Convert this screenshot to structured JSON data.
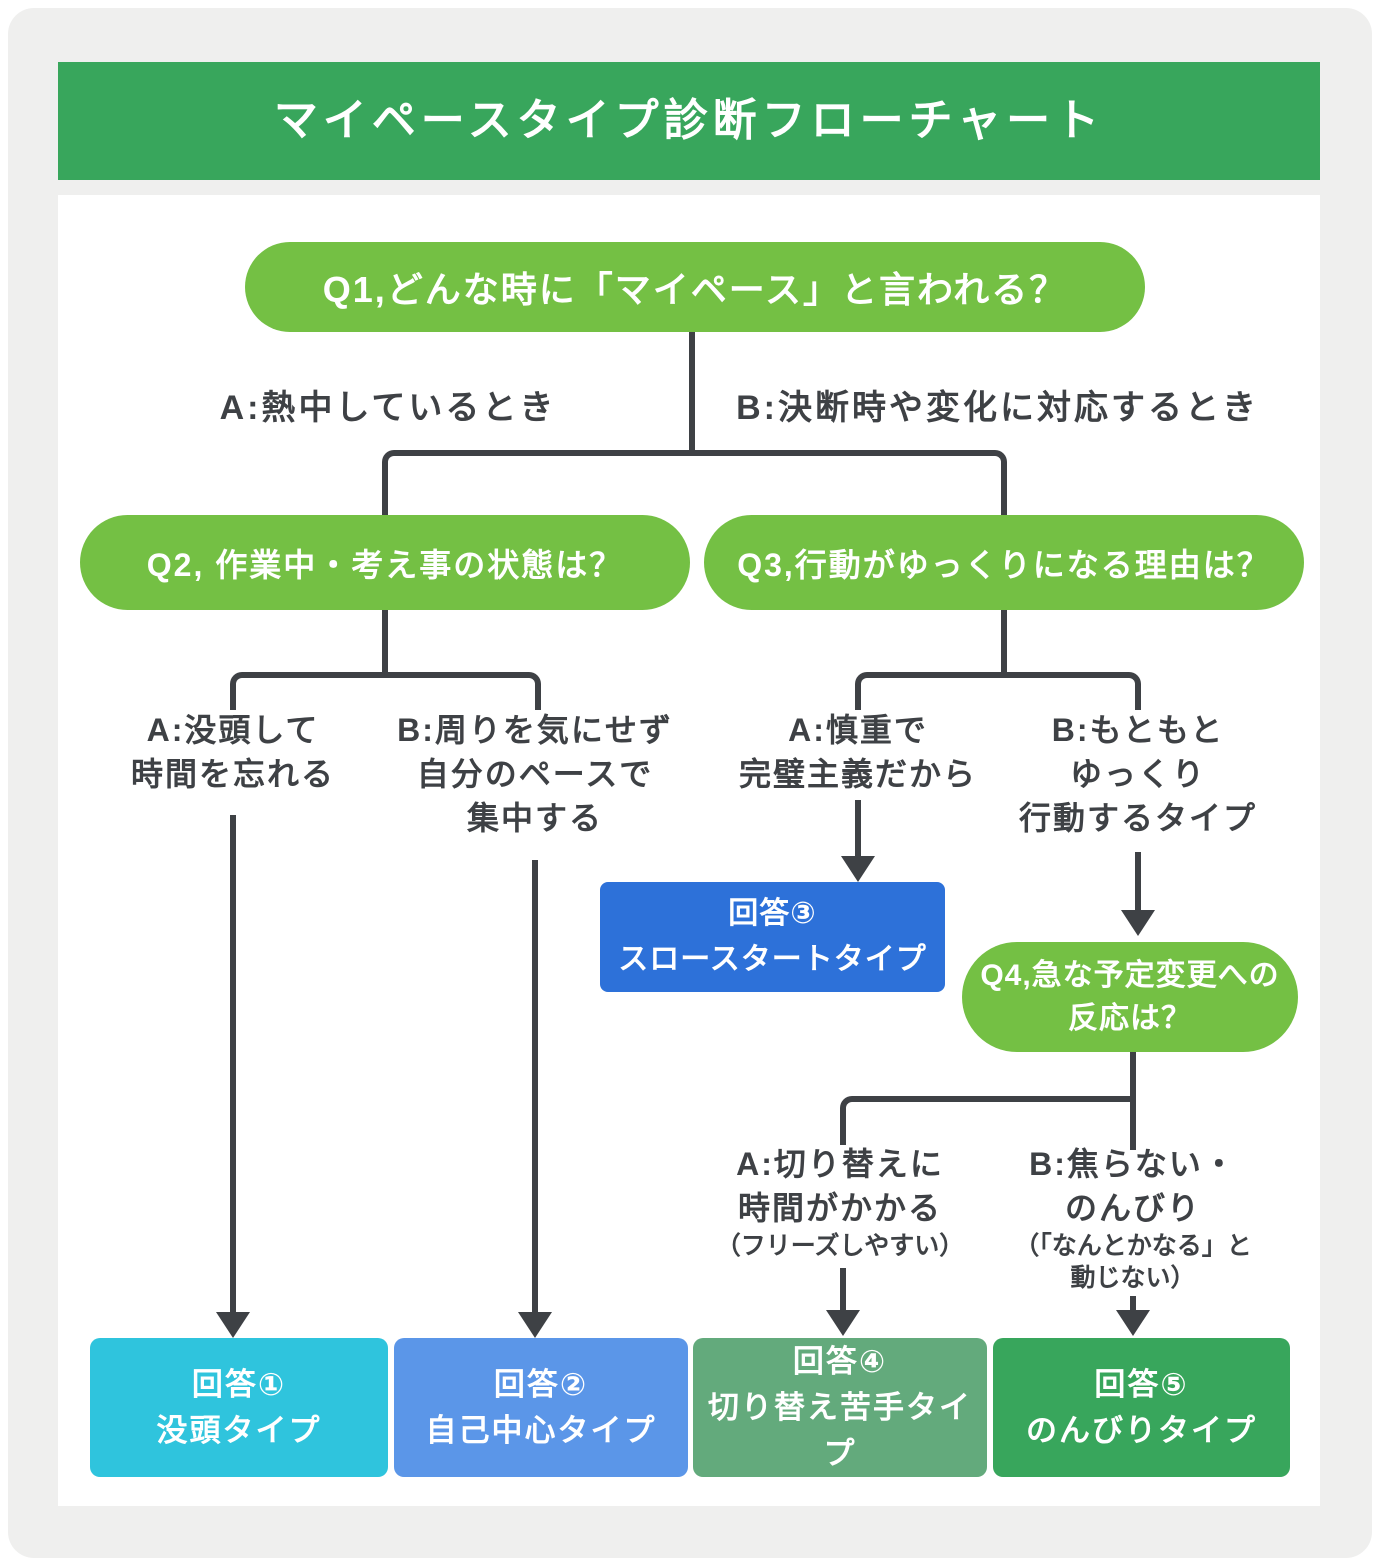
{
  "title": "マイペースタイプ診断フローチャート",
  "q1": {
    "label": "Q1,どんな時に「マイペース」と言われる？",
    "option_a": "A:熱中しているとき",
    "option_b": "B:決断時や変化に対応するとき"
  },
  "q2": {
    "label": "Q2, 作業中・考え事の状態は？",
    "option_a": [
      "A:没頭して",
      "時間を忘れる"
    ],
    "option_b": [
      "B:周りを気にせず",
      "自分のペースで",
      "集中する"
    ]
  },
  "q3": {
    "label": "Q3,行動がゆっくりになる理由は？",
    "option_a": [
      "A:慎重で",
      "完璧主義だから"
    ],
    "option_b": [
      "B:もともと",
      "ゆっくり",
      "行動するタイプ"
    ]
  },
  "q4": {
    "label": [
      "Q4,急な予定変更への",
      "反応は？"
    ],
    "option_a": [
      "A:切り替えに",
      "時間がかかる"
    ],
    "option_a_note": "（フリーズしやすい）",
    "option_b": [
      "B:焦らない・",
      "のんびり"
    ],
    "option_b_note": [
      "（「なんとかなる」と",
      "動じない）"
    ]
  },
  "answers": {
    "a1": {
      "no": "回答①",
      "type": "没頭タイプ",
      "color": "#2fc4dd"
    },
    "a2": {
      "no": "回答②",
      "type": "自己中心タイプ",
      "color": "#5b96e8"
    },
    "a3": {
      "no": "回答③",
      "type": "スロースタートタイプ",
      "color": "#2d71d9"
    },
    "a4": {
      "no": "回答④",
      "type": "切り替え苦手タイプ",
      "color": "#63aa7c"
    },
    "a5": {
      "no": "回答⑤",
      "type": "のんびりタイプ",
      "color": "#38a65c"
    }
  },
  "colors": {
    "header_green": "#38a65c",
    "question_green": "#74c044",
    "connector_dark": "#3e4145",
    "background_gray": "#efefee",
    "card_white": "#ffffff"
  }
}
